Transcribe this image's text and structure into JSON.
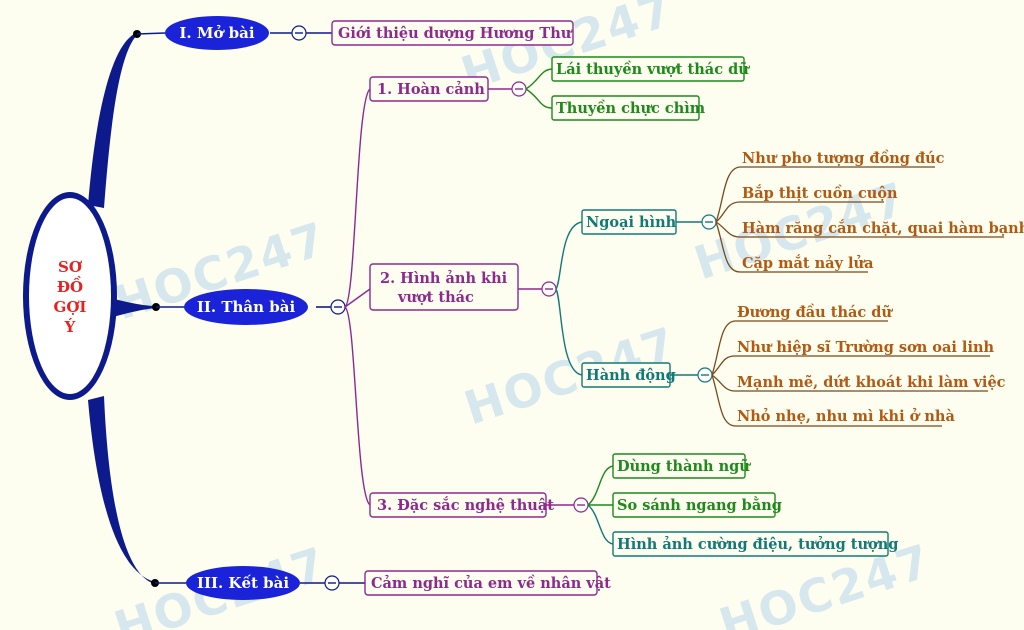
{
  "root": {
    "lines": [
      "SƠ",
      "ĐỒ",
      "GỢI",
      "Ý"
    ]
  },
  "watermark": "HOC247",
  "branches": {
    "mo_bai": {
      "label": "I. Mở bài",
      "children": [
        "Giới thiệu dượng Hương Thư"
      ]
    },
    "than_bai": {
      "label": "II. Thân bài",
      "hoan_canh": {
        "label": "1. Hoàn cảnh",
        "children": [
          "Lái thuyền vượt thác dữ",
          "Thuyền chực chìm"
        ]
      },
      "hinh_anh": {
        "label_lines": [
          "2. Hình ảnh khi",
          "vượt thác"
        ],
        "ngoai_hinh": {
          "label": "Ngoại hình",
          "children": [
            "Như pho tượng đồng đúc",
            "Bắp thịt cuồn cuộn",
            "Hàm răng cắn chặt, quai hàm bạnh",
            "Cặp mắt nảy lửa"
          ]
        },
        "hanh_dong": {
          "label": "Hành động",
          "children": [
            "Đương đầu thác dữ",
            "Như hiệp sĩ  Trường sơn oai linh",
            "Mạnh mẽ, dứt khoát khi làm việc",
            "Nhỏ nhẹ, nhu mì khi ở nhà"
          ]
        }
      },
      "nghe_thuat": {
        "label": "3. Đặc sắc nghệ thuật",
        "children": [
          "Dùng thành ngữ",
          "So sánh ngang bằng",
          "Hình ảnh cường điệu, tưởng tượng"
        ]
      }
    },
    "ket_bai": {
      "label": "III. Kết bài",
      "children": [
        "Cảm nghĩ của em về nhân vật"
      ]
    }
  },
  "colors": {
    "navy": "#0d1a8c",
    "main_fill": "#1a23d8",
    "purple": "#8e2a8e",
    "green": "#1d8a1a",
    "teal": "#117a78",
    "brown": "#b35a12",
    "root_text": "#e8211f"
  }
}
